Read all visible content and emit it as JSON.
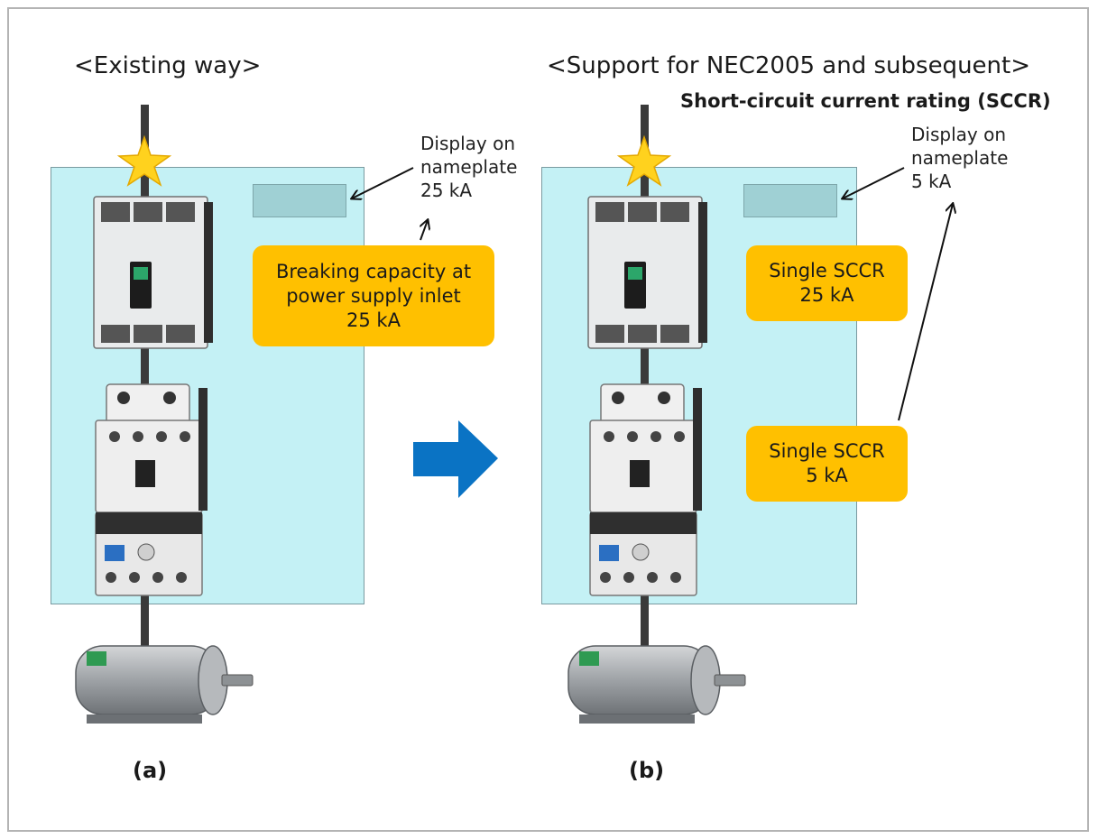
{
  "left": {
    "heading": "<Existing way>",
    "nameplate_note": "Display on\nnameplate\n25 kA",
    "badge_lines": [
      "Breaking capacity at",
      "power supply inlet",
      "25 kA"
    ],
    "caption": "(a)"
  },
  "right": {
    "heading": "<Support for NEC2005 and subsequent>",
    "subheading": "Short-circuit current rating (SCCR)",
    "nameplate_note": "Display on\nnameplate\n5 kA",
    "badge_breaker_lines": [
      "Single SCCR",
      "25 kA"
    ],
    "badge_contactor_lines": [
      "Single SCCR",
      "5 kA"
    ],
    "caption": "(b)"
  },
  "colors": {
    "panel": "#c4f1f5",
    "badge": "#ffc000",
    "arrow": "#0a73c4",
    "star": "#ffd21e"
  },
  "icons": [
    "star-fault-icon",
    "circuit-breaker-icon",
    "magnetic-contactor-icon",
    "overload-relay-icon",
    "motor-icon",
    "right-arrow-icon"
  ]
}
